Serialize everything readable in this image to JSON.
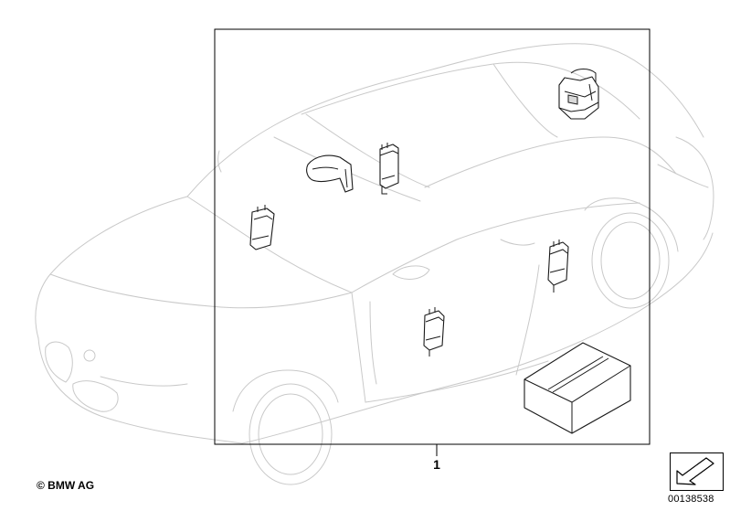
{
  "diagram": {
    "callouts": [
      {
        "number": "1"
      }
    ],
    "copyright": "© BMW AG",
    "diagram_id": "00138538",
    "icons": [
      "car-outline-drawing",
      "rain-light-sensor-icon",
      "interior-mirror-icon",
      "antenna-module-icon",
      "package-box-icon",
      "navigation-arrow-icon"
    ]
  }
}
